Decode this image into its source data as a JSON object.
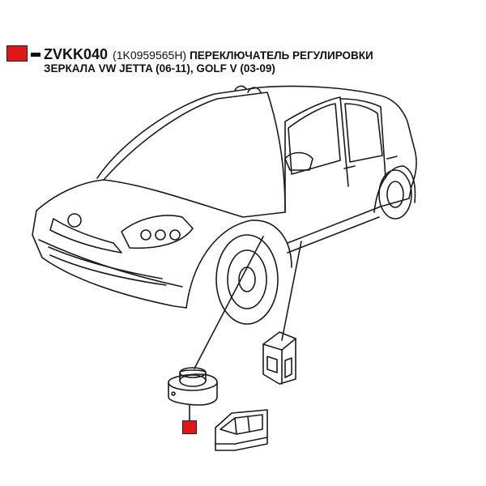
{
  "header": {
    "code": "ZVKK040",
    "part_number": "(1K0959565H)",
    "description_line1": "ПЕРЕКЛЮЧАТЕЛЬ РЕГУЛИРОВКИ",
    "description_line2": "ЗЕРКАЛА VW JETTA (06-11), GOLF V (03-09)"
  },
  "colors": {
    "marker": "#e0161b",
    "line": "#1a1a1a"
  }
}
